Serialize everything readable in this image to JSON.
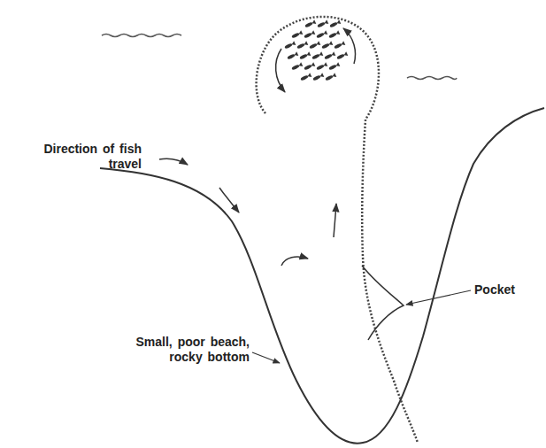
{
  "diagram": {
    "labels": [
      "Direction of fish travel",
      "Pocket",
      "Small, poor beach, rocky bottom"
    ]
  }
}
